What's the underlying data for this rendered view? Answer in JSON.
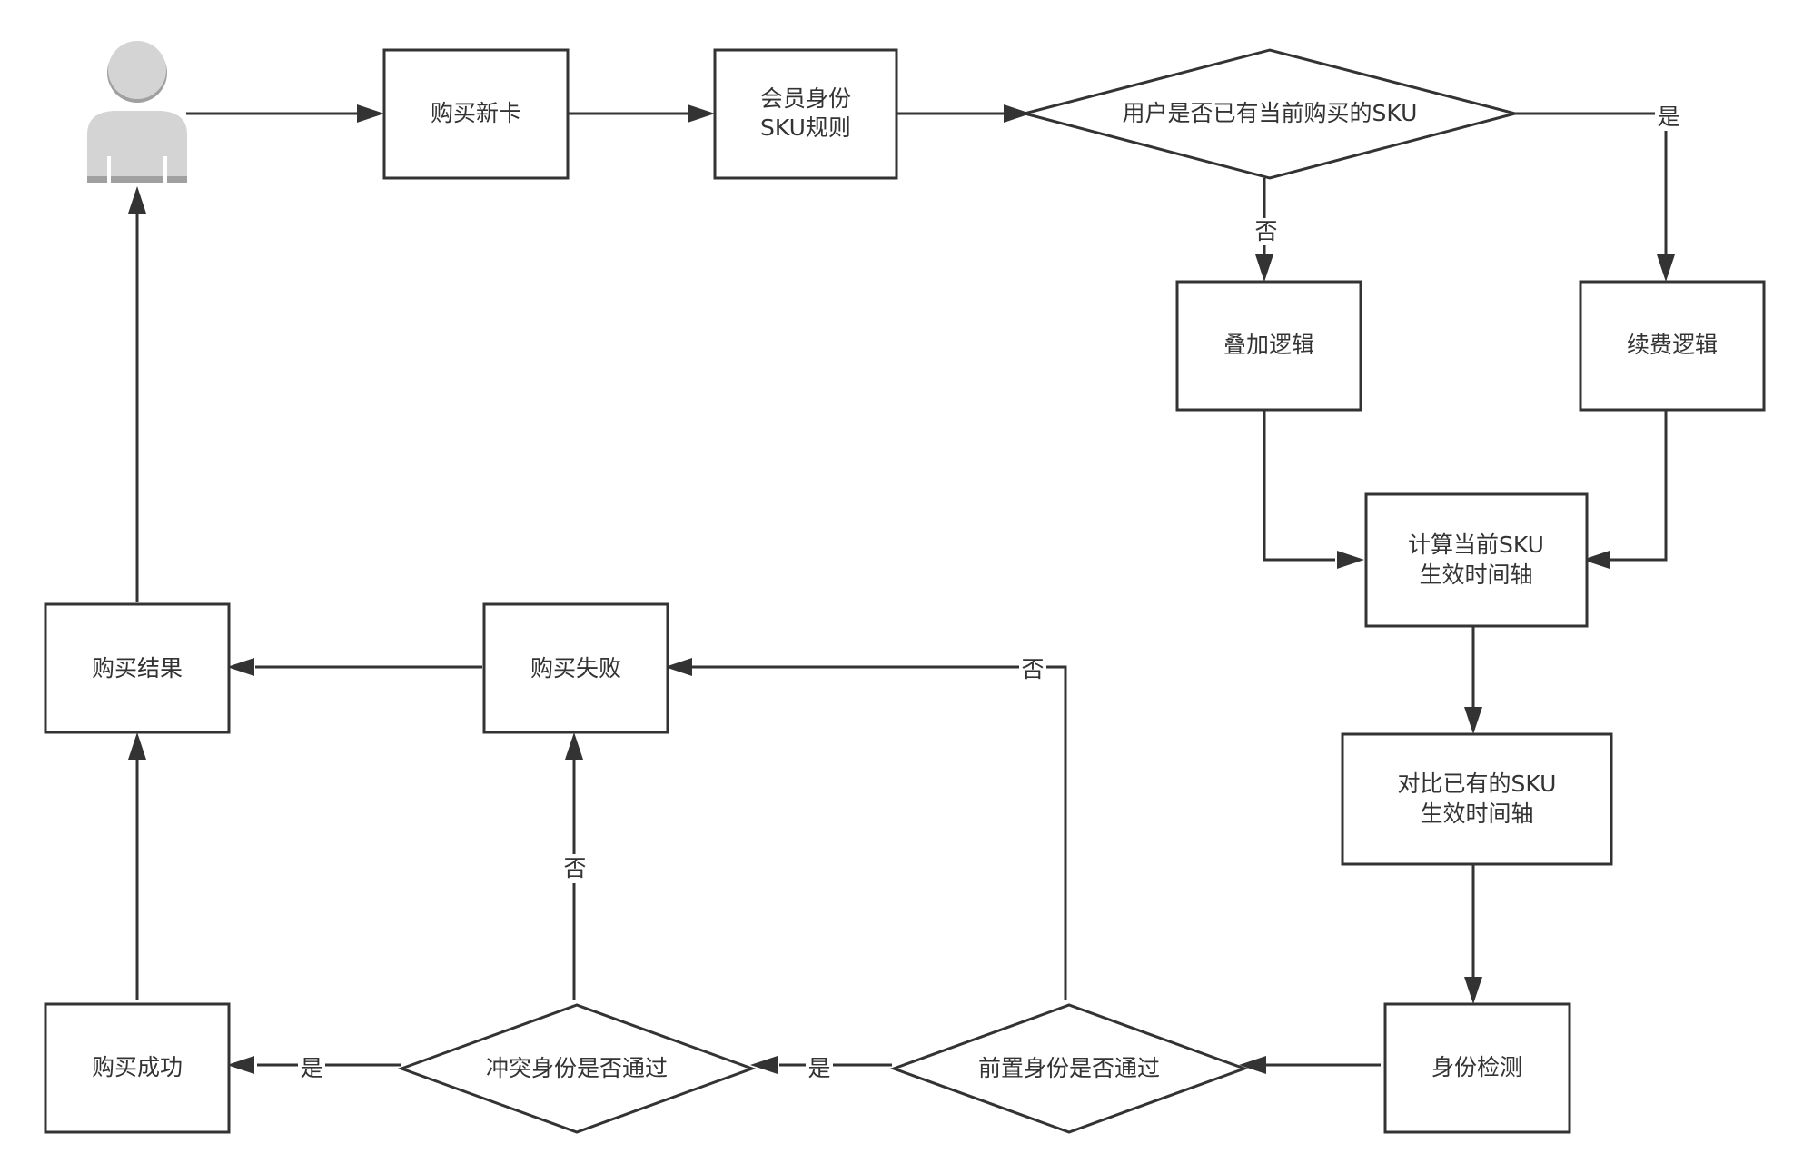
{
  "nodes": {
    "buy_new_card": "购买新卡",
    "member_sku_rules_line1": "会员身份",
    "member_sku_rules_line2": "SKU规则",
    "has_sku_decision": "用户是否已有当前购买的SKU",
    "stack_logic": "叠加逻辑",
    "renew_logic": "续费逻辑",
    "calc_timeline_line1": "计算当前SKU",
    "calc_timeline_line2": "生效时间轴",
    "compare_timeline_line1": "对比已有的SKU",
    "compare_timeline_line2": "生效时间轴",
    "identity_check": "身份检测",
    "pre_identity_decision": "前置身份是否通过",
    "conflict_identity_decision": "冲突身份是否通过",
    "purchase_success": "购买成功",
    "purchase_failed": "购买失败",
    "purchase_result": "购买结果"
  },
  "edge_labels": {
    "yes": "是",
    "no": "否"
  },
  "colors": {
    "stroke": "#333333",
    "user_icon": "#d4d4d4",
    "user_icon_shadow": "#a0a0a0",
    "background": "#ffffff"
  },
  "icons": {
    "user": "user-icon"
  }
}
